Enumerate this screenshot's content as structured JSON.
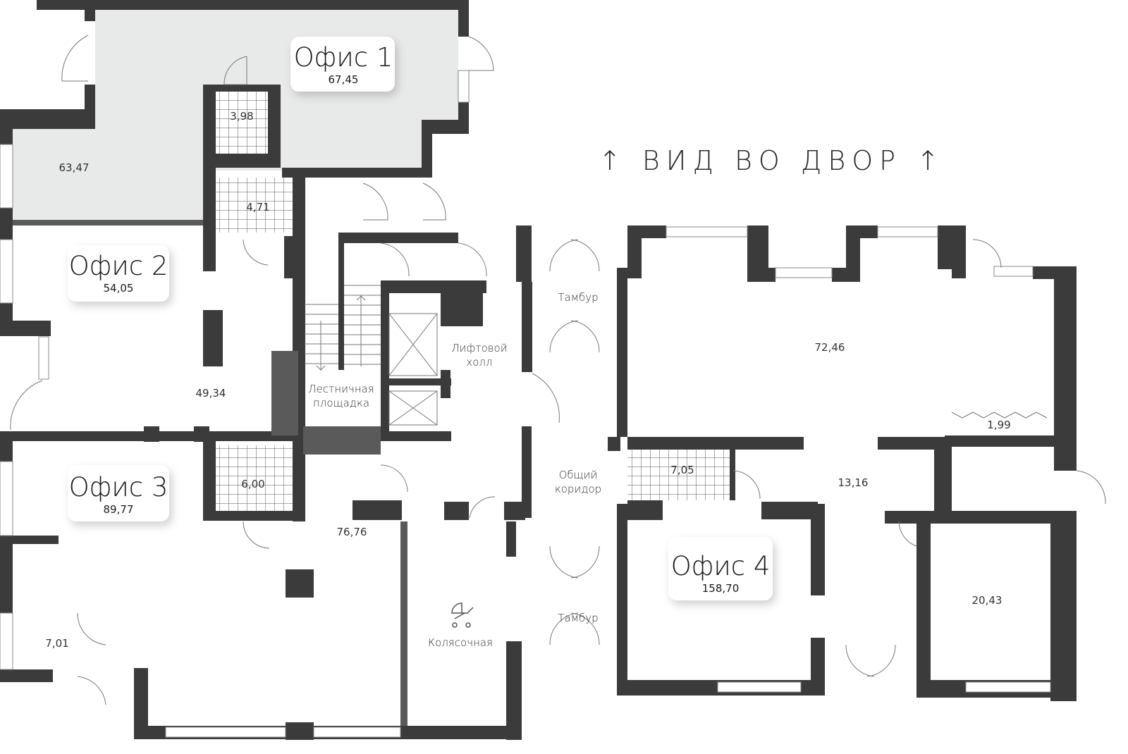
{
  "plan": {
    "view_label": "↑ ВИД ВО ДВОР ↑",
    "colors": {
      "wall": "#3b3b3b",
      "selected_fill": "#e8e9e9",
      "badge": "#ffffff"
    },
    "offices": [
      {
        "name": "Офис 1",
        "area": "67,45",
        "selected": true
      },
      {
        "name": "Офис 2",
        "area": "54,05"
      },
      {
        "name": "Офис 3",
        "area": "89,77"
      },
      {
        "name": "Офис 4",
        "area": "158,70"
      }
    ],
    "room_areas": {
      "r1": "63,47",
      "r2": "3,98",
      "r3": "4,71",
      "r4": "49,34",
      "r5": "6,00",
      "r6": "76,76",
      "r7": "7,01",
      "r8": "72,46",
      "r9": "1,99",
      "r10": "7,05",
      "r11": "13,16",
      "r12": "20,43"
    },
    "common_rooms": {
      "stair_1": "Лестничная",
      "stair_2": "площадка",
      "lift_1": "Лифтовой",
      "lift_2": "холл",
      "vestibule_top": "Тамбур",
      "vestibule_bottom": "Тамбур",
      "corridor_1": "Общий",
      "corridor_2": "коридор",
      "stroller": "Колясочная"
    }
  }
}
